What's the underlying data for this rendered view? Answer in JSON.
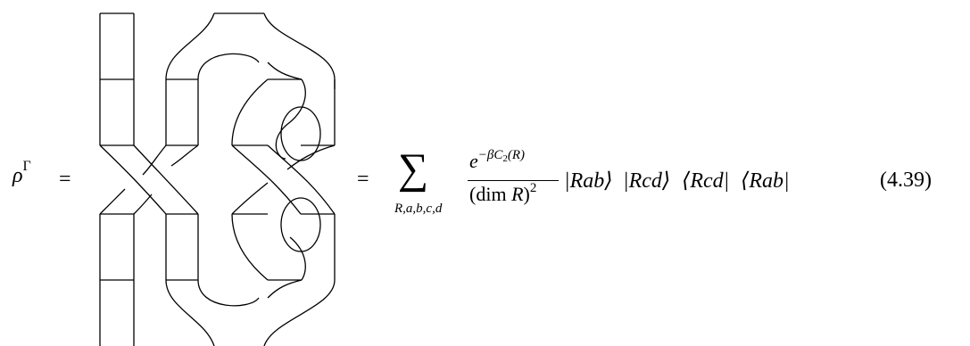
{
  "equation": {
    "lhs_symbol": "ρ",
    "lhs_superscript": "Γ",
    "equals_1": "=",
    "equals_2": "=",
    "sum_symbol": "∑",
    "sum_indices": "R,a,b,c,d",
    "fraction": {
      "numerator_base": "e",
      "numerator_exponent_prefix": "−βC",
      "numerator_exponent_sub": "2",
      "numerator_exponent_arg": "(R)",
      "denominator": "(dim ",
      "denominator_var": "R",
      "denominator_close": ")",
      "denominator_power": "2"
    },
    "kets": [
      {
        "text": "|Rab⟩"
      },
      {
        "text": "|Rcd⟩"
      },
      {
        "text": "⟨Rcd|"
      },
      {
        "text": "⟨Rab|"
      }
    ],
    "number": "(4.39)"
  }
}
